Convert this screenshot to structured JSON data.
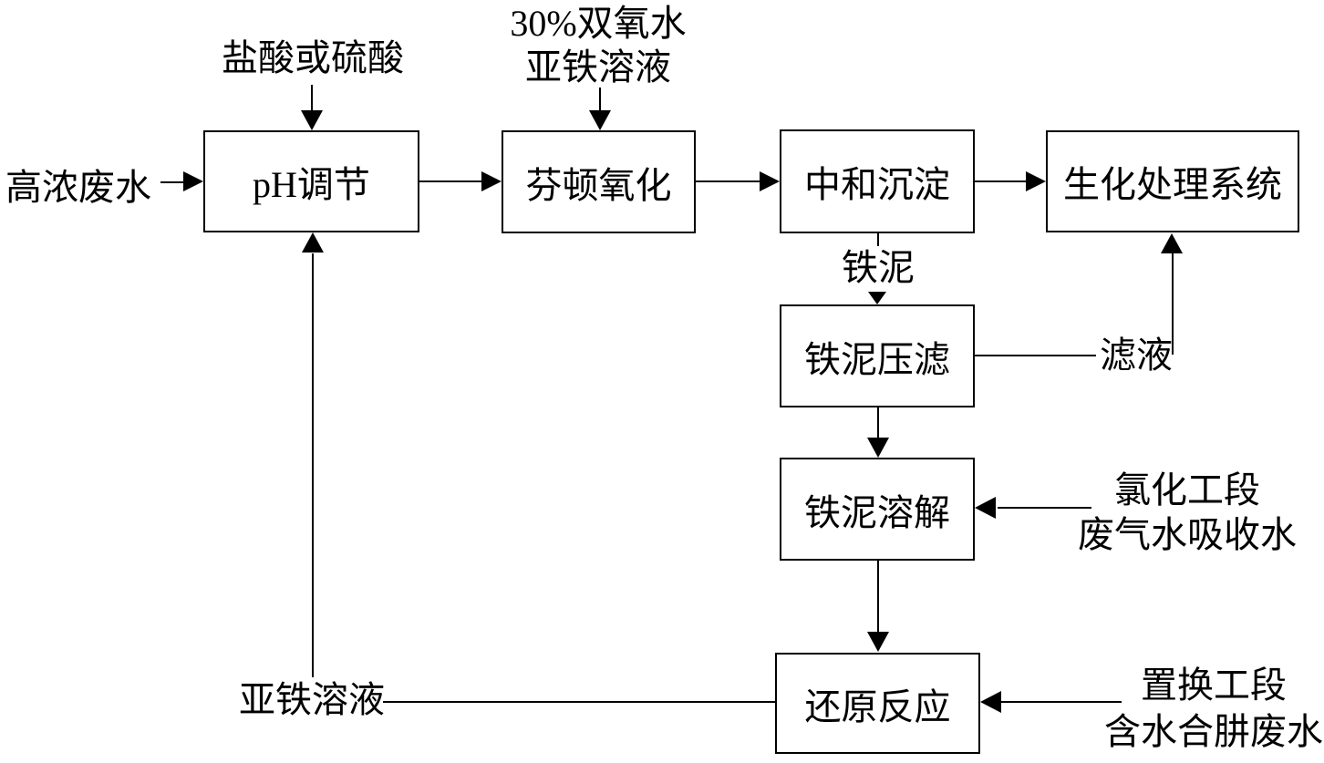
{
  "diagram": {
    "boxes": {
      "ph_adjust": {
        "label": "pH调节"
      },
      "fenton_oxidation": {
        "label": "芬顿氧化"
      },
      "neutralization": {
        "label": "中和沉淀"
      },
      "biochemical_system": {
        "label": "生化处理系统"
      },
      "iron_mud_press": {
        "label": "铁泥压滤"
      },
      "iron_mud_dissolve": {
        "label": "铁泥溶解"
      },
      "reduction_reaction": {
        "label": "还原反应"
      }
    },
    "labels": {
      "acid_input": "盐酸或硫酸",
      "peroxide_line1": "30%双氧水",
      "peroxide_line2": "亚铁溶液",
      "influent": "高浓废水",
      "iron_mud": "铁泥",
      "filtrate": "滤液",
      "chlorination_line1": "氯化工段",
      "chlorination_line2": "废气水吸收水",
      "displacement_line1": "置换工段",
      "displacement_line2": "含水合肼废水",
      "ferrous_solution": "亚铁溶液"
    },
    "colors": {
      "line": "#000000",
      "background": "#ffffff"
    }
  }
}
